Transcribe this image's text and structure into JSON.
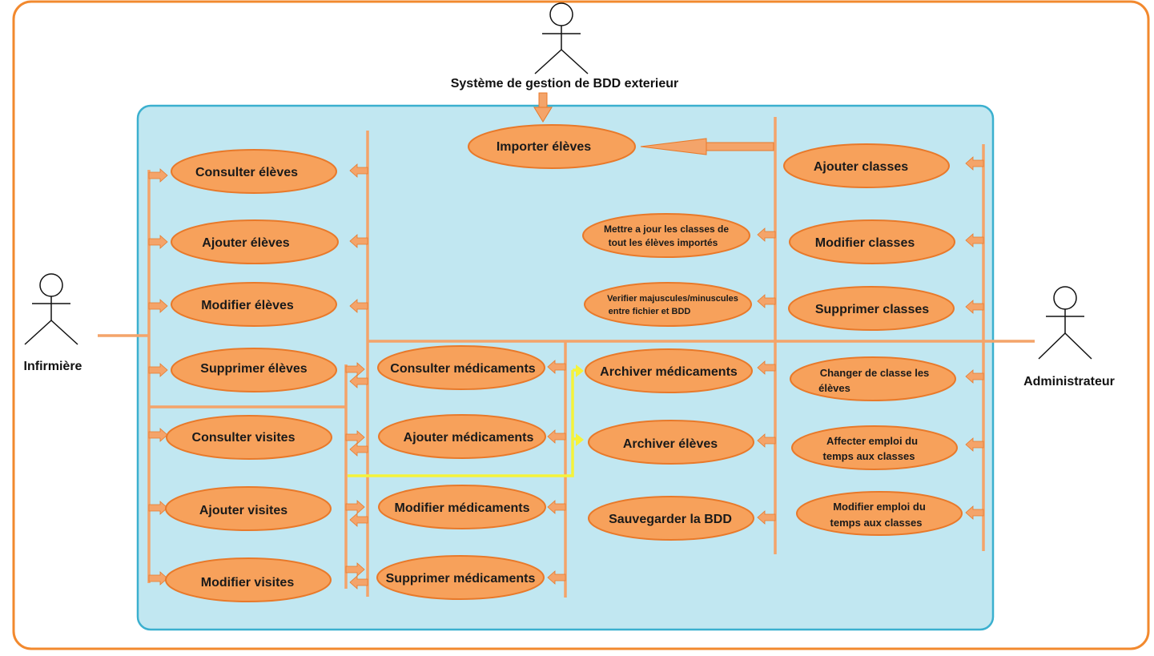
{
  "colors": {
    "frame": "#f2892e",
    "system_fill": "#c1e7f1",
    "system_stroke": "#3bb0cf",
    "usecase_fill": "#f7a15b",
    "usecase_stroke": "#e8792a",
    "line": "#f4a46a",
    "highlight": "#f5f33a"
  },
  "actors": {
    "infirmiere": "Infirmière",
    "administrateur": "Administrateur",
    "bdd_exterieur": "Système de gestion de BDD exterieur"
  },
  "usecases": {
    "consulter_eleves": "Consulter élèves",
    "ajouter_eleves": "Ajouter élèves",
    "modifier_eleves": "Modifier élèves",
    "supprimer_eleves": "Supprimer élèves",
    "consulter_visites": "Consulter visites",
    "ajouter_visites": "Ajouter visites",
    "modifier_visites": "Modifier visites",
    "importer_eleves": "Importer élèves",
    "consulter_medicaments": "Consulter médicaments",
    "ajouter_medicaments": "Ajouter médicaments",
    "modifier_medicaments": "Modifier médicaments",
    "supprimer_medicaments": "Supprimer médicaments",
    "mettre_a_jour": [
      "Mettre a jour les classes de",
      "tout les élèves importés"
    ],
    "verifier": [
      "Verifier majuscules/minuscules",
      "entre fichier et BDD"
    ],
    "archiver_medicaments": "Archiver médicaments",
    "archiver_eleves": "Archiver élèves",
    "sauvegarder_bdd": "Sauvegarder la BDD",
    "ajouter_classes": "Ajouter classes",
    "modifier_classes": "Modifier classes",
    "supprimer_classes": "Supprimer classes",
    "changer_classe": [
      "Changer de classe les",
      "élèves"
    ],
    "affecter_emploi": [
      "Affecter emploi du",
      "temps aux classes"
    ],
    "modifier_emploi": [
      "Modifier emploi du",
      "temps aux classes"
    ]
  }
}
